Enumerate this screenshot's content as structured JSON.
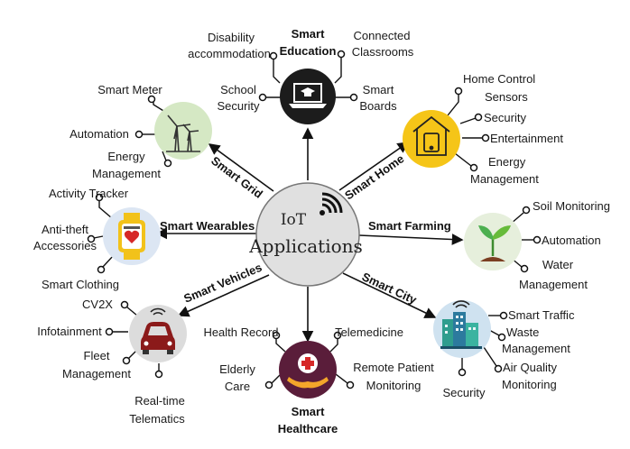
{
  "center": {
    "line1": "IoT",
    "line2": "Applications"
  },
  "colors": {
    "education": "#1c1c1c",
    "home": "#f5c518",
    "farming": "#e6efdc",
    "city": "#cfe2f0",
    "healthcare": "#5a1d3a",
    "vehicles": "#dcdcdc",
    "wearables": "#dce6f3",
    "grid": "#d5e8c4"
  },
  "hubs": {
    "education": {
      "title1": "Smart",
      "title2": "Education",
      "items": [
        "Disability",
        "accommodation",
        "Connected",
        "Classrooms",
        "School",
        "Security",
        "Smart",
        "Boards"
      ]
    },
    "home": {
      "link": "Smart Home",
      "items": [
        "Home Control",
        "Sensors",
        "Security",
        "Entertainment",
        "Energy",
        "Management"
      ]
    },
    "farming": {
      "link": "Smart Farming",
      "items": [
        "Soil Monitoring",
        "Automation",
        "Water",
        "Management"
      ]
    },
    "city": {
      "link": "Smart City",
      "items": [
        "Smart Traffic",
        "Waste",
        "Management",
        "Air Quality",
        "Monitoring",
        "Security"
      ]
    },
    "healthcare": {
      "title1": "Smart",
      "title2": "Healthcare",
      "items": [
        "Health Record",
        "Telemedicine",
        "Elderly",
        "Care",
        "Remote Patient",
        "Monitoring"
      ]
    },
    "vehicles": {
      "link": "Smart Vehicles",
      "items": [
        "CV2X",
        "Infotainment",
        "Fleet",
        "Management",
        "Real-time",
        "Telematics"
      ]
    },
    "wearables": {
      "link": "Smart Wearables",
      "items": [
        "Activity Tracker",
        "Anti-theft",
        "Accessories",
        "Smart Clothing"
      ]
    },
    "grid": {
      "link": "Smart Grid",
      "items": [
        "Smart Meter",
        "Automation",
        "Energy",
        "Management"
      ]
    }
  }
}
